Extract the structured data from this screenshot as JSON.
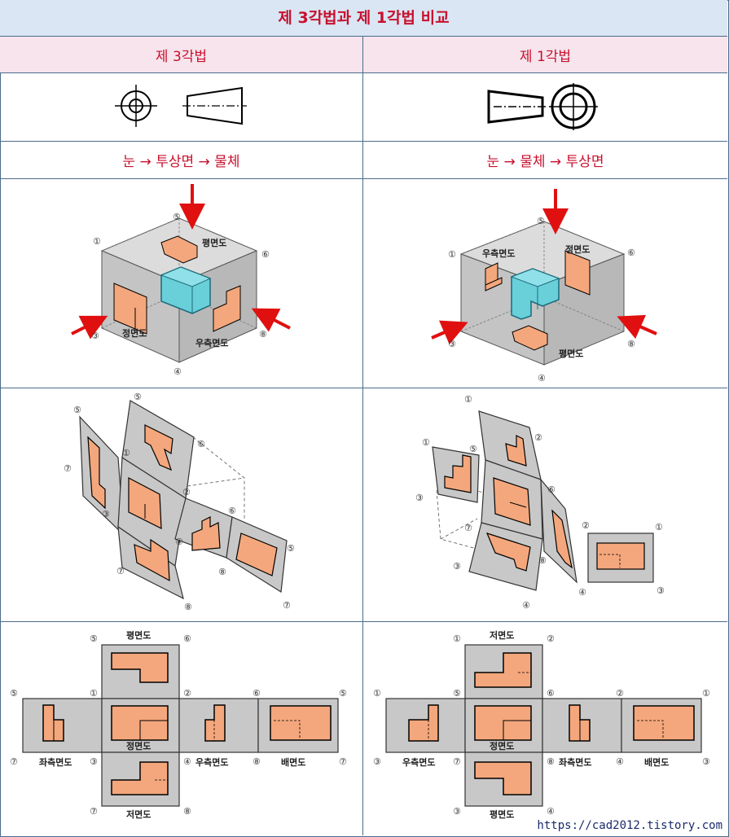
{
  "title": "제 3각법과 제 1각법 비교",
  "columns": [
    {
      "header": "제 3각법",
      "order": "눈 → 투상면 → 물체",
      "cube_labels": {
        "top": "평면도",
        "front": "정면도",
        "right": "우측면도"
      },
      "layout_labels": {
        "top": "평면도",
        "front": "정면도",
        "left": "좌측면도",
        "right": "우측면도",
        "rear": "배면도",
        "bottom": "저면도"
      }
    },
    {
      "header": "제 1각법",
      "order": "눈 → 물체 → 투상면",
      "cube_labels": {
        "top": "평면도",
        "front": "정면도",
        "right": "우측면도"
      },
      "layout_labels": {
        "top": "저면도",
        "front": "정면도",
        "left": "우측면도",
        "right": "좌측면도",
        "rear": "배면도",
        "bottom": "평면도"
      }
    }
  ],
  "numbers": {
    "n1": "①",
    "n2": "②",
    "n3": "③",
    "n4": "④",
    "n5": "⑤",
    "n6": "⑥",
    "n7": "⑦",
    "n8": "⑧"
  },
  "credit": "https://cad2012.tistory.com",
  "colors": {
    "title_text": "#c8102e",
    "title_bg": "#dae6f3",
    "header_bg": "#f7e4ec",
    "plane": "#c8c8c8",
    "face": "#f4a77c",
    "object": "#69cfd9",
    "arrow": "#e01010",
    "border": "#4a6c8c"
  }
}
